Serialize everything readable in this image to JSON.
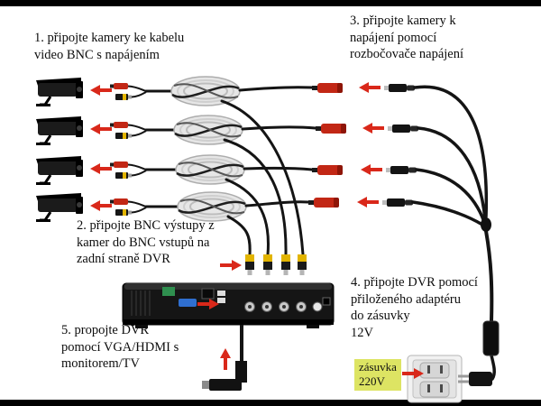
{
  "diagram": {
    "title_context": "CCTV kit wiring instructions",
    "steps": {
      "step1": "1. připojte kamery ke kabelu\nvideo BNC s napájením",
      "step2": "2. připojte BNC výstupy z\nkamer do BNC vstupů na\nzadní straně DVR",
      "step3": "3. připojte kamery k\nnapájení pomocí\nrozbočovače napájení",
      "step4": "4. připojte DVR pomocí\npřiloženého adaptéru\ndo zásuvky\n12V",
      "step5": "5. propojte DVR\npomocí VGA/HDMI s\nmonitorem/TV"
    },
    "labels": {
      "outlet": "zásuvka\n220V"
    },
    "colors": {
      "arrow_red": "#d9281a",
      "connector_red": "#c22715",
      "bnc_yellow": "#e2b400",
      "cable_black": "#141414",
      "label_highlight": "#dde463"
    }
  }
}
